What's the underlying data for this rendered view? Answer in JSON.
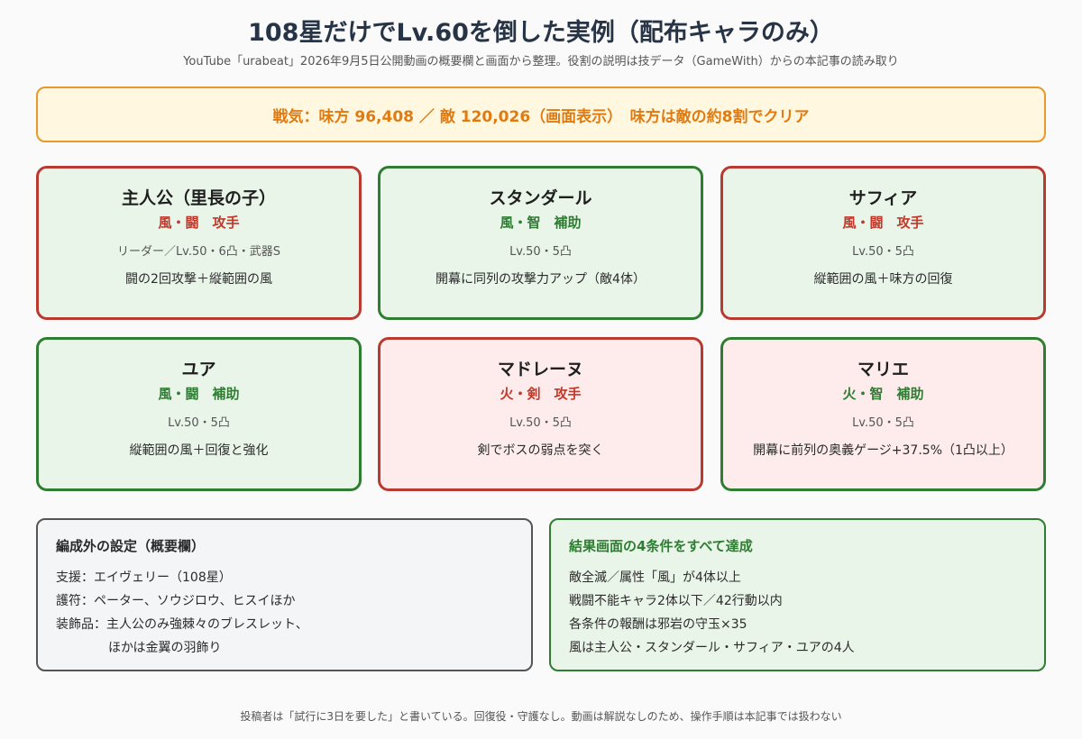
{
  "header": {
    "title": "108星だけでLv.60を倒した実例（配布キャラのみ）",
    "subtitle": "YouTube「urabeat」2026年9月5日公開動画の概要欄と画面から整理。役割の説明は技データ（GameWith）からの本記事の読み取り"
  },
  "power_banner": "戦気：味方 96,408 ／ 敵 120,026（画面表示）　味方は敵の約8割でクリア",
  "cards": [
    {
      "name": "主人公（里長の子）",
      "role": "風・闘　攻手",
      "stats": "リーダー／Lv.50・6凸・武器S",
      "desc": "闘の2回攻撃＋縦範囲の風"
    },
    {
      "name": "スタンダール",
      "role": "風・智　補助",
      "stats": "Lv.50・5凸",
      "desc": "開幕に同列の攻撃力アップ（敵4体）"
    },
    {
      "name": "サフィア",
      "role": "風・闘　攻手",
      "stats": "Lv.50・5凸",
      "desc": "縦範囲の風＋味方の回復"
    },
    {
      "name": "ユア",
      "role": "風・闘　補助",
      "stats": "Lv.50・5凸",
      "desc": "縦範囲の風＋回復と強化"
    },
    {
      "name": "マドレーヌ",
      "role": "火・剣　攻手",
      "stats": "Lv.50・5凸",
      "desc": "剣でボスの弱点を突く"
    },
    {
      "name": "マリエ",
      "role": "火・智　補助",
      "stats": "Lv.50・5凸",
      "desc": "開幕に前列の奥義ゲージ+37.5%（1凸以上）"
    }
  ],
  "settings_panel": {
    "title": "編成外の設定（概要欄）",
    "support": "支援：エイヴェリー（108星）",
    "talisman": "護符：ペーター、ソウジロウ、ヒスイほか",
    "accessory": "装飾品：主人公のみ強棘々のブレスレット、",
    "accessory_cont": "ほかは金翼の羽飾り"
  },
  "result_panel": {
    "title": "結果画面の4条件をすべて達成",
    "lines": [
      "敵全滅／属性「風」が4体以上",
      "戦闘不能キャラ2体以下／42行動以内",
      "各条件の報酬は邪岩の守玉×35",
      "風は主人公・スタンダール・サフィア・ユアの4人"
    ]
  },
  "footer": "投稿者は「試行に3日を要した」と書いている。回復役・守護なし。動画は解説なしのため、操作手順は本記事では扱わない",
  "colors": {
    "attacker_red": "#c0392b",
    "support_green": "#2e7d32",
    "banner_orange": "#e07b12"
  }
}
